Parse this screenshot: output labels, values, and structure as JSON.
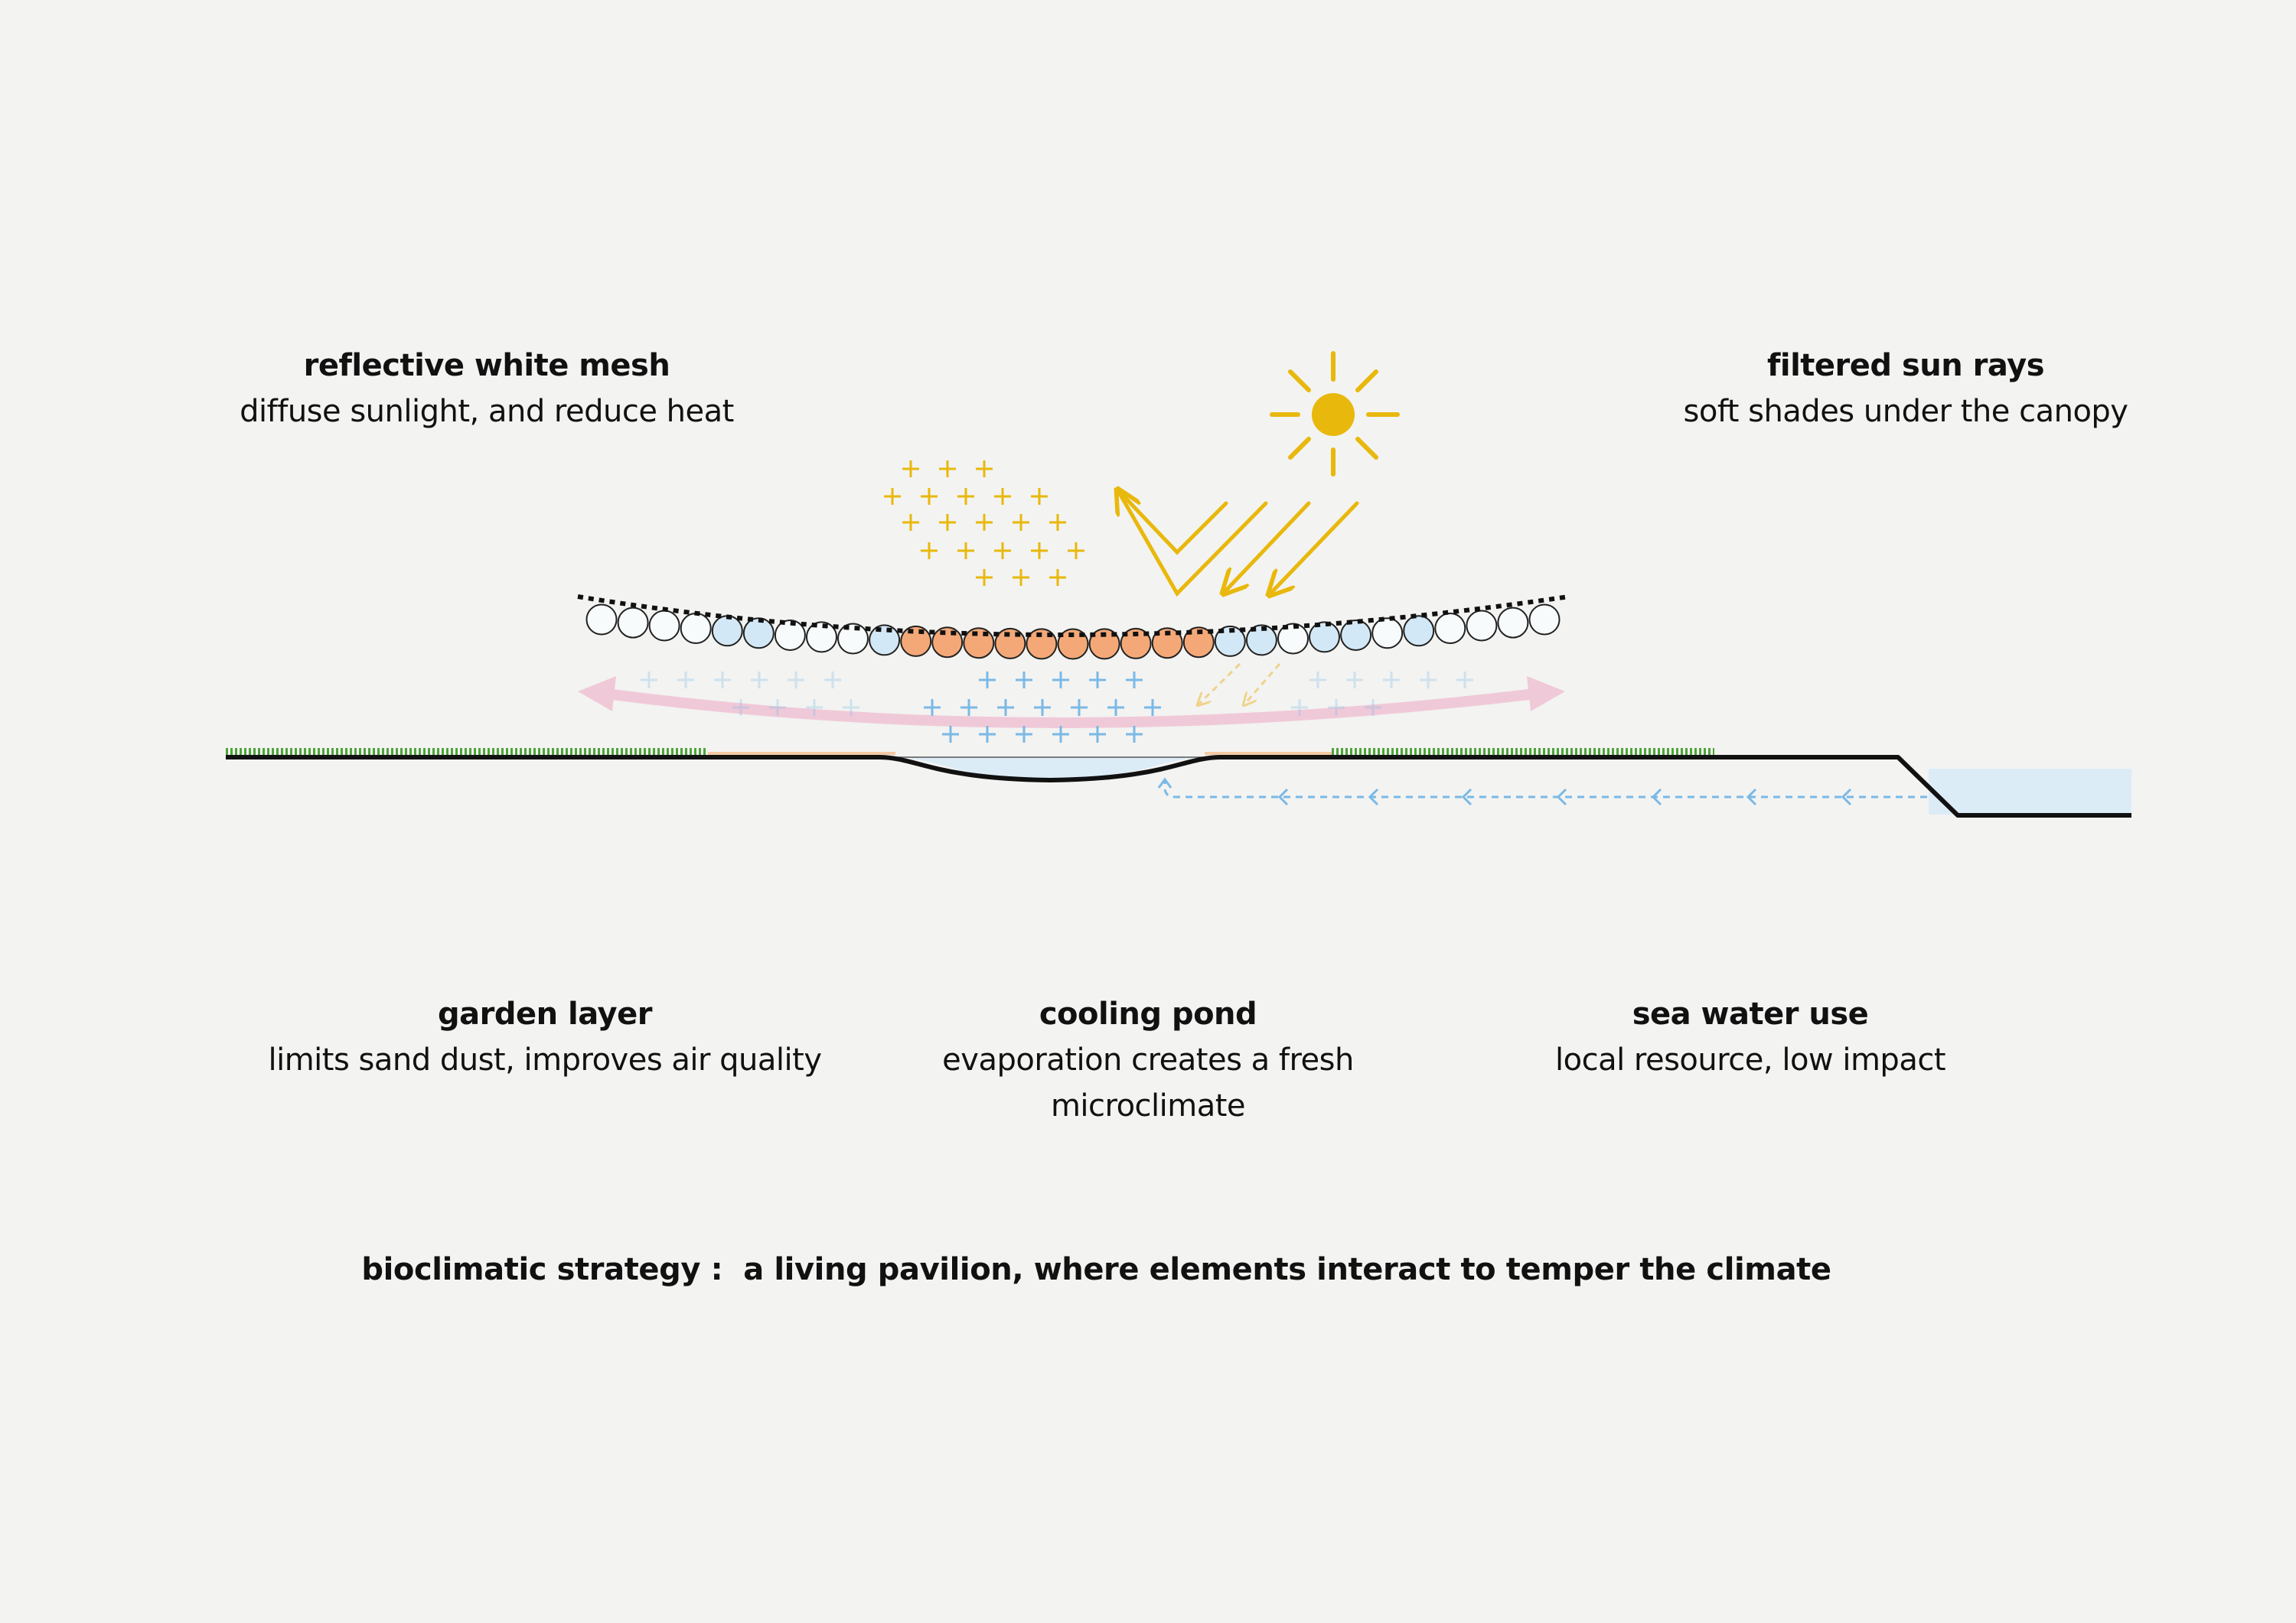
{
  "labels": {
    "mesh": {
      "title": "reflective white mesh",
      "desc": "diffuse sunlight, and reduce heat"
    },
    "sun": {
      "title": "filtered sun rays",
      "desc": "soft shades under the canopy"
    },
    "garden": {
      "title": "garden layer",
      "desc": "limits sand dust, improves air quality"
    },
    "pond": {
      "title": "cooling pond",
      "desc_line1": "evaporation creates a fresh",
      "desc_line2": "microclimate"
    },
    "sea": {
      "title": "sea water use",
      "desc": "local resource, low impact"
    }
  },
  "caption": "bioclimatic strategy :  a living pavilion, where elements interact to temper the climate",
  "colors": {
    "background": "#f3f3f1",
    "sun": "#e8b80c",
    "orange_sphere": "#f5a877",
    "blue_sphere": "#d3e8f6",
    "white_sphere": "#f7fbfc",
    "garden_green": "#4ea33a",
    "water": "#dcecf7",
    "cool_plus": "#7ab9e6",
    "airflow_pink": "#f0c9d8",
    "ground": "#111111"
  },
  "icons": [
    "sun-icon",
    "sunray-arrow",
    "reflected-ray-arrow",
    "warm-air-plus",
    "cool-air-plus",
    "airflow-arrow",
    "water-flow-arrow"
  ]
}
